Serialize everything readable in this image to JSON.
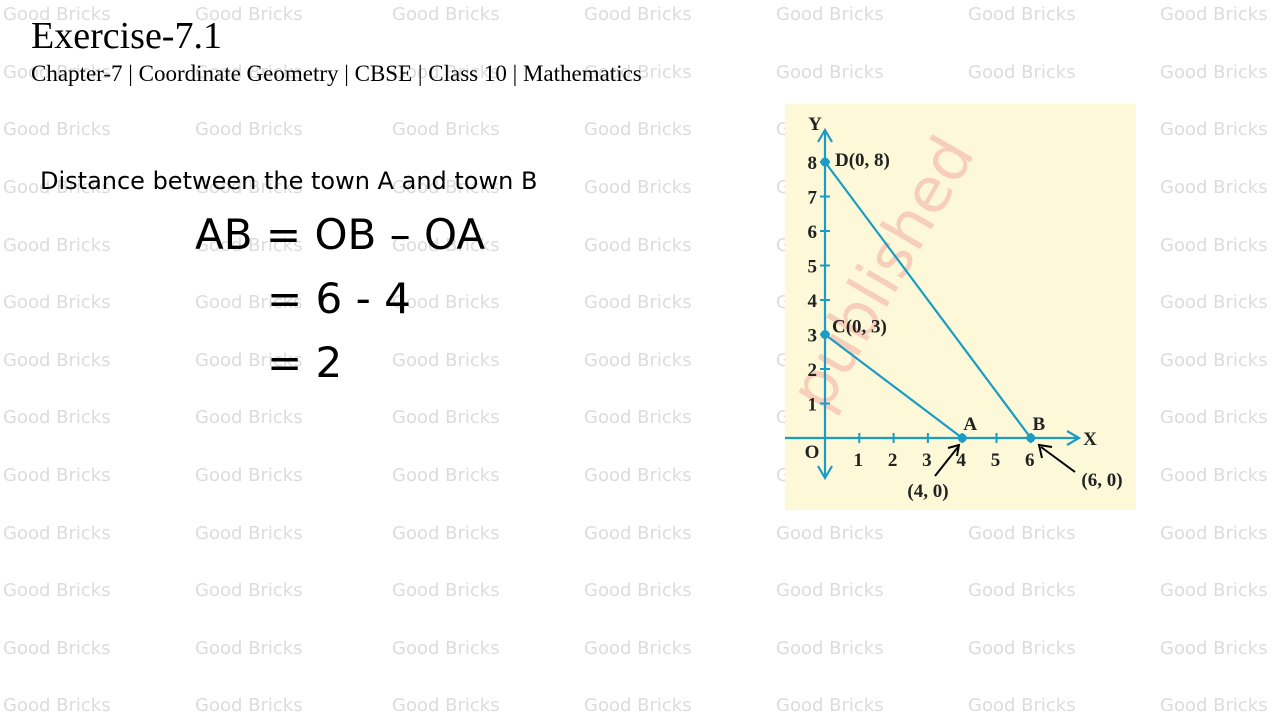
{
  "header": {
    "title": "Exercise-7.1",
    "subtitle": "Chapter-7 | Coordinate Geometry | CBSE | Class 10 | Mathematics"
  },
  "content": {
    "intro": "Distance between the town A and town B",
    "lines": [
      "AB = OB – OA",
      "= 6 - 4",
      "= 2"
    ]
  },
  "watermark": {
    "text": "Good Bricks",
    "color": "#dcdcdc"
  },
  "figure": {
    "background": "#fdf8d8",
    "line_color": "#1a9cc4",
    "stamp_text": "published",
    "stamp_color": "#f6c0b0",
    "x_axis_label": "X",
    "y_axis_label": "Y",
    "origin_label": "O",
    "x_ticks": [
      "1",
      "2",
      "3",
      "4",
      "5",
      "6"
    ],
    "y_ticks": [
      "1",
      "2",
      "3",
      "4",
      "5",
      "6",
      "7",
      "8"
    ],
    "points": {
      "A": {
        "label": "A",
        "x": 4,
        "y": 0,
        "coord": "(4, 0)"
      },
      "B": {
        "label": "B",
        "x": 6,
        "y": 0,
        "coord": "(6, 0)"
      },
      "C": {
        "label": "C(0, 3)",
        "x": 0,
        "y": 3
      },
      "D": {
        "label": "D(0, 8)",
        "x": 0,
        "y": 8
      }
    }
  }
}
